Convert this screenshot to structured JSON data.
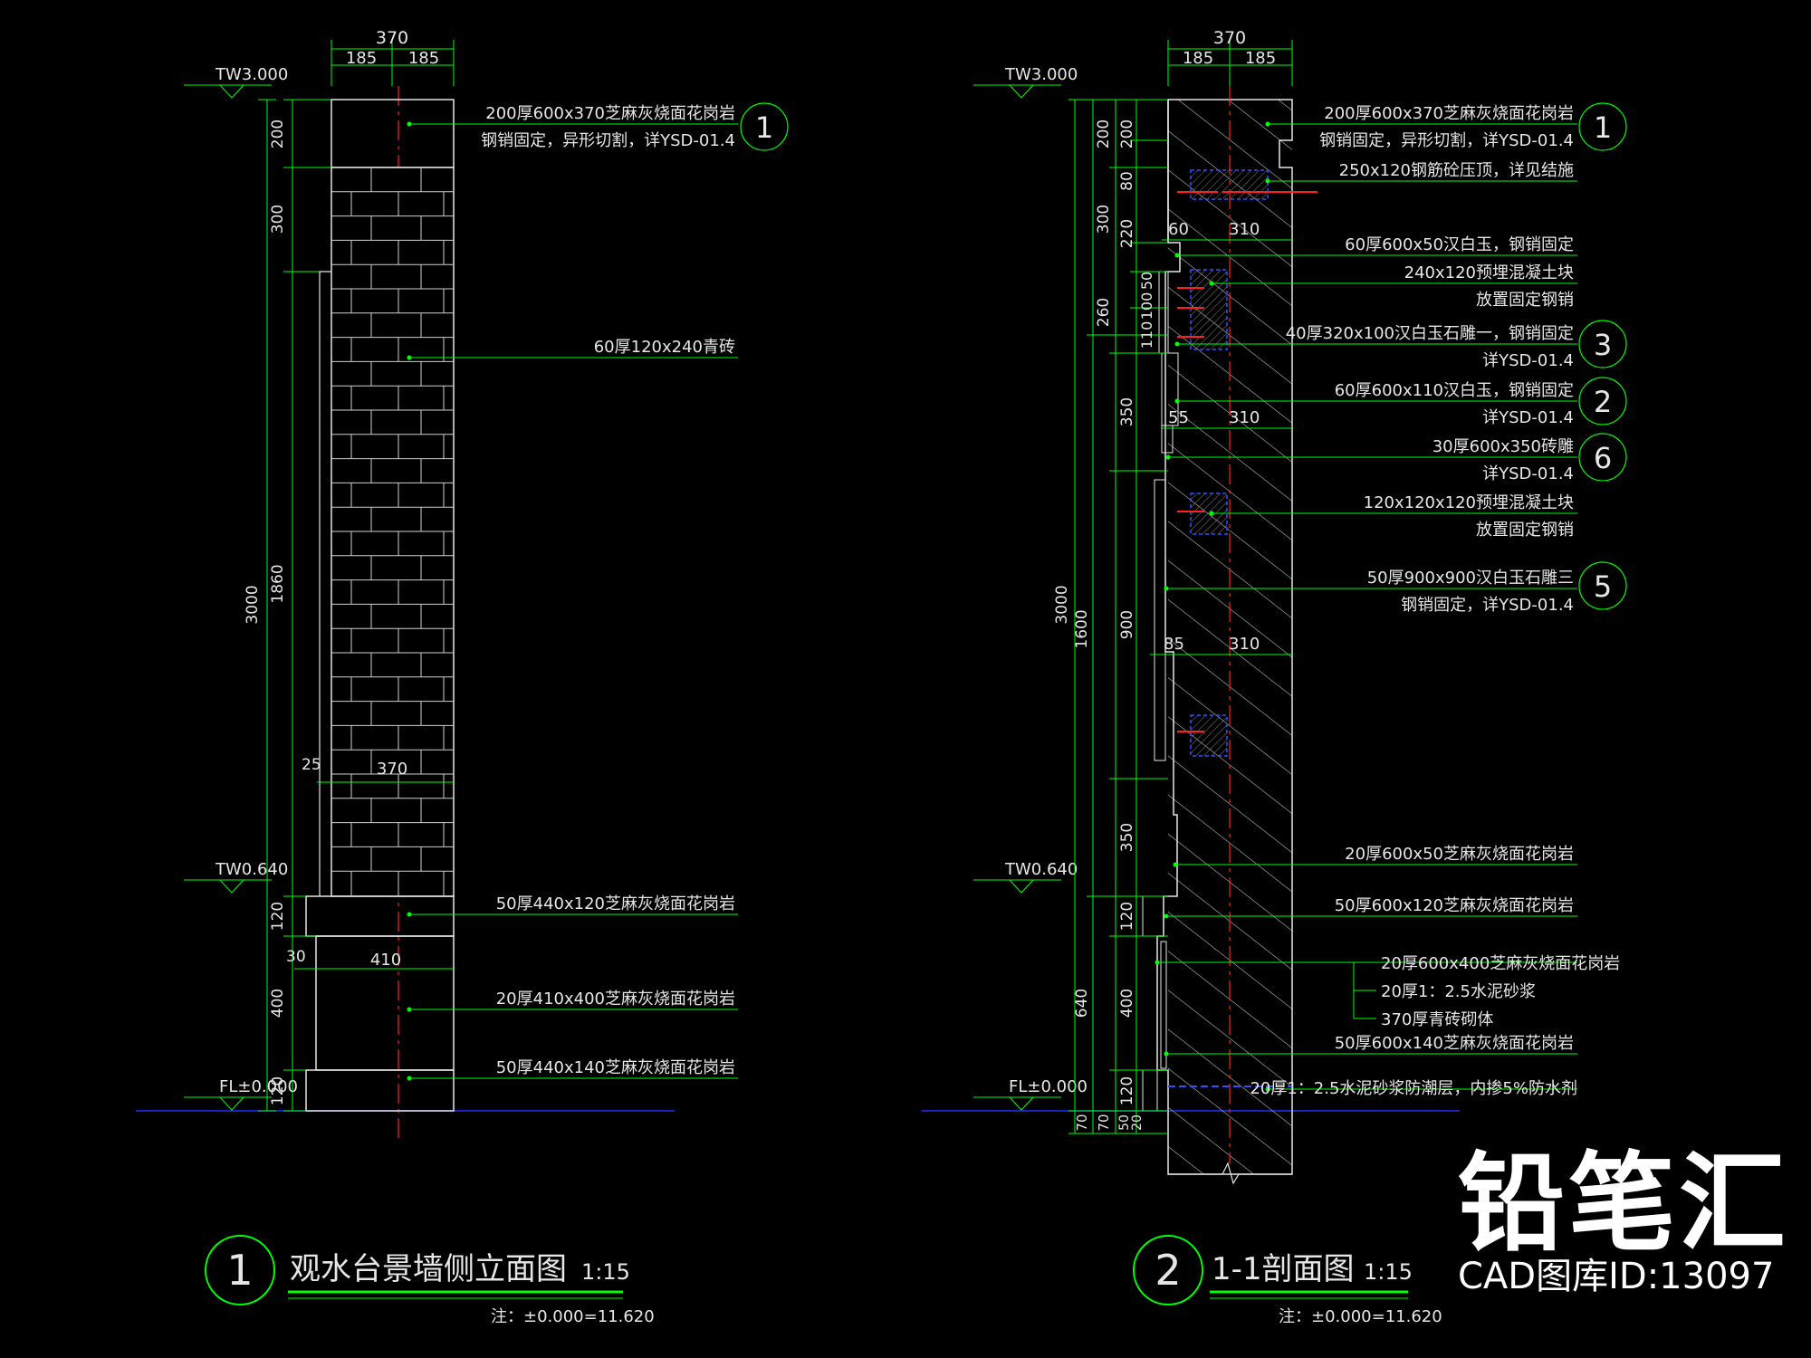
{
  "left": {
    "top_dims": {
      "total": "370",
      "left": "185",
      "right": "185"
    },
    "levels": {
      "top": "TW3.000",
      "mid": "TW0.640",
      "floor": "FL±0.000"
    },
    "dims": {
      "d200": "200",
      "d300": "300",
      "d1860": "1860",
      "d3000": "3000",
      "d120a": "120",
      "d400": "400",
      "d120b": "120",
      "d25": "25",
      "d370": "370",
      "d30": "30",
      "d410": "410"
    },
    "callouts": [
      {
        "lines": [
          "200厚600x370芝麻灰烧面花岗岩",
          "钢销固定，异形切割，详YSD-01.4"
        ],
        "tag": "1"
      },
      {
        "lines": [
          "60厚120x240青砖"
        ],
        "tag": ""
      },
      {
        "lines": [
          "50厚440x120芝麻灰烧面花岗岩"
        ],
        "tag": ""
      },
      {
        "lines": [
          "20厚410x400芝麻灰烧面花岗岩"
        ],
        "tag": ""
      },
      {
        "lines": [
          "50厚440x140芝麻灰烧面花岗岩"
        ],
        "tag": ""
      }
    ],
    "title": {
      "num": "1",
      "name": "观水台景墙侧立面图",
      "scale": "1:15",
      "note": "注：±0.000=11.620"
    }
  },
  "right": {
    "top_dims": {
      "total": "370",
      "left": "185",
      "right": "185"
    },
    "levels": {
      "top": "TW3.000",
      "mid": "TW0.640",
      "floor": "FL±0.000"
    },
    "dims": {
      "o3000": "3000",
      "o1600": "1600",
      "o640": "640",
      "o70": "70",
      "m200": "200",
      "m300": "300",
      "m260": "260",
      "m350a": "350",
      "m900": "900",
      "m350b": "350",
      "m120a": "120",
      "m400": "400",
      "m120b": "120",
      "m70": "70",
      "i200": "200",
      "i80": "80",
      "i220": "220",
      "i50": "50",
      "i100": "100",
      "i110": "110",
      "i50b": "50",
      "i20": "20",
      "w60": "60",
      "w310a": "310",
      "w55": "55",
      "w310b": "310",
      "w85": "85",
      "w310c": "310"
    },
    "callouts": [
      {
        "lines": [
          "200厚600x370芝麻灰烧面花岗岩",
          "钢销固定，异形切割，详YSD-01.4"
        ],
        "tag": "1"
      },
      {
        "lines": [
          "250x120钢筋砼压顶，详见结施"
        ],
        "tag": ""
      },
      {
        "lines": [
          "60厚600x50汉白玉，钢销固定"
        ],
        "tag": ""
      },
      {
        "lines": [
          "240x120预埋混凝土块",
          "放置固定钢销"
        ],
        "tag": ""
      },
      {
        "lines": [
          "40厚320x100汉白玉石雕一，钢销固定",
          "详YSD-01.4"
        ],
        "tag": "3"
      },
      {
        "lines": [
          "60厚600x110汉白玉，钢销固定",
          "详YSD-01.4"
        ],
        "tag": "2"
      },
      {
        "lines": [
          "30厚600x350砖雕",
          "详YSD-01.4"
        ],
        "tag": "6"
      },
      {
        "lines": [
          "120x120x120预埋混凝土块",
          "放置固定钢销"
        ],
        "tag": ""
      },
      {
        "lines": [
          "50厚900x900汉白玉石雕三",
          "钢销固定，详YSD-01.4"
        ],
        "tag": "5"
      },
      {
        "lines": [
          "20厚600x50芝麻灰烧面花岗岩"
        ],
        "tag": ""
      },
      {
        "lines": [
          "50厚600x120芝麻灰烧面花岗岩"
        ],
        "tag": ""
      },
      {
        "lines": [
          "20厚600x400芝麻灰烧面花岗岩",
          "20厚1：2.5水泥砂浆",
          "370厚青砖砌体"
        ],
        "tag": ""
      },
      {
        "lines": [
          "50厚600x140芝麻灰烧面花岗岩"
        ],
        "tag": ""
      },
      {
        "lines": [
          "20厚1：2.5水泥砂浆防潮层，内掺5%防水剂"
        ],
        "tag": ""
      }
    ],
    "title": {
      "num": "2",
      "name": "1-1剖面图",
      "scale": "1:15",
      "note": "注：±0.000=11.620"
    }
  },
  "branding": {
    "logo": "铅笔汇",
    "caption": "CAD图库ID:13097"
  },
  "colors": {
    "line": "#00ff00",
    "text": "#e6e6e6",
    "center": "#ff2020",
    "ground": "#2030ff",
    "detail": "#3050ff",
    "hatch": "#bdbdbd"
  }
}
